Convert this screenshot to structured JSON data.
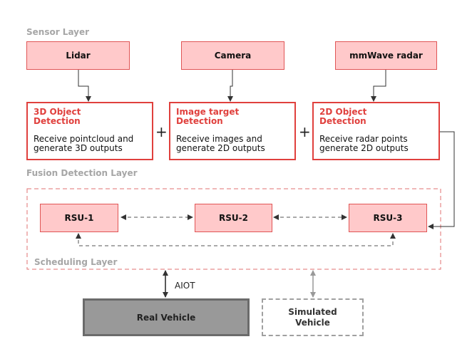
{
  "layers": {
    "sensor": "Sensor Layer",
    "fusion": "Fusion Detection Layer",
    "scheduling": "Scheduling Layer"
  },
  "sensors": {
    "lidar": "Lidar",
    "camera": "Camera",
    "radar": "mmWave radar"
  },
  "detections": {
    "d3": {
      "title_line1": "3D Object",
      "title_line2": "Detection",
      "desc_line1": "Receive pointcloud and",
      "desc_line2": "generate 3D outputs"
    },
    "img": {
      "title_line1": "Image target",
      "title_line2": "Detection",
      "desc_line1": "Receive images and",
      "desc_line2": "generate 2D outputs"
    },
    "d2": {
      "title_line1": "2D Object",
      "title_line2": "Detection",
      "desc_line1": "Receive radar points",
      "desc_line2": "generate 2D outputs"
    }
  },
  "plus_symbol": "+",
  "rsus": {
    "rsu1": "RSU-1",
    "rsu2": "RSU-2",
    "rsu3": "RSU-3"
  },
  "link_label": "AIOT",
  "vehicles": {
    "real": "Real Vehicle",
    "sim_line1": "Simulated",
    "sim_line2": "Vehicle"
  },
  "colors": {
    "box_fill": "#ffc9ca",
    "detection_border": "#e0403d",
    "layer_label": "#a6a6a6",
    "real_vehicle": "#999999"
  }
}
